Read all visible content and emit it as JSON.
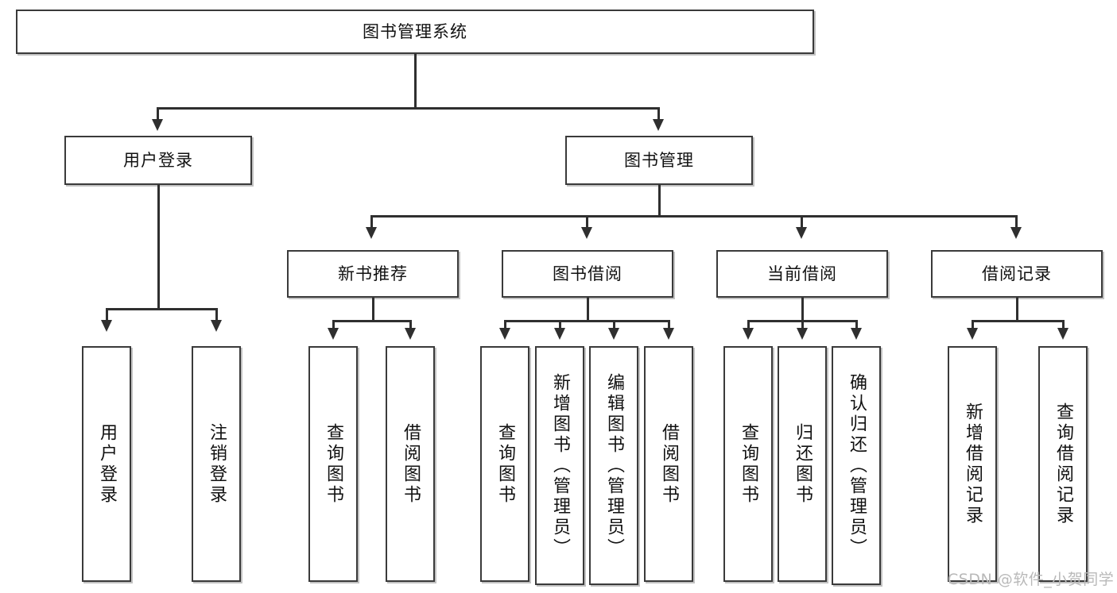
{
  "diagram": {
    "type": "tree",
    "title": "图书管理系统",
    "root": {
      "label": "图书管理系统"
    },
    "level2": [
      {
        "label": "用户登录"
      },
      {
        "label": "图书管理"
      }
    ],
    "level3": [
      {
        "label": "新书推荐"
      },
      {
        "label": "图书借阅"
      },
      {
        "label": "当前借阅"
      },
      {
        "label": "借阅记录"
      }
    ],
    "leaves": {
      "user_login": [
        {
          "label": "用户登录"
        },
        {
          "label": "注销登录"
        }
      ],
      "new_book_recommend": [
        {
          "label": "查询图书"
        },
        {
          "label": "借阅图书"
        }
      ],
      "book_borrow": [
        {
          "label": "查询图书"
        },
        {
          "label": "新增图书（管理员）"
        },
        {
          "label": "编辑图书（管理员）"
        },
        {
          "label": "借阅图书"
        }
      ],
      "current_borrow": [
        {
          "label": "查询图书"
        },
        {
          "label": "归还图书"
        },
        {
          "label": "确认归还（管理员）"
        }
      ],
      "borrow_record": [
        {
          "label": "新增借阅记录"
        },
        {
          "label": "查询借阅记录"
        }
      ]
    }
  },
  "watermark": {
    "text": "CSDN @软件_小贺同学"
  },
  "colors": {
    "box_border": "#3a3a3a",
    "connector": "#2f2f2f",
    "background": "#ffffff",
    "watermark": "#b9b9b9"
  }
}
